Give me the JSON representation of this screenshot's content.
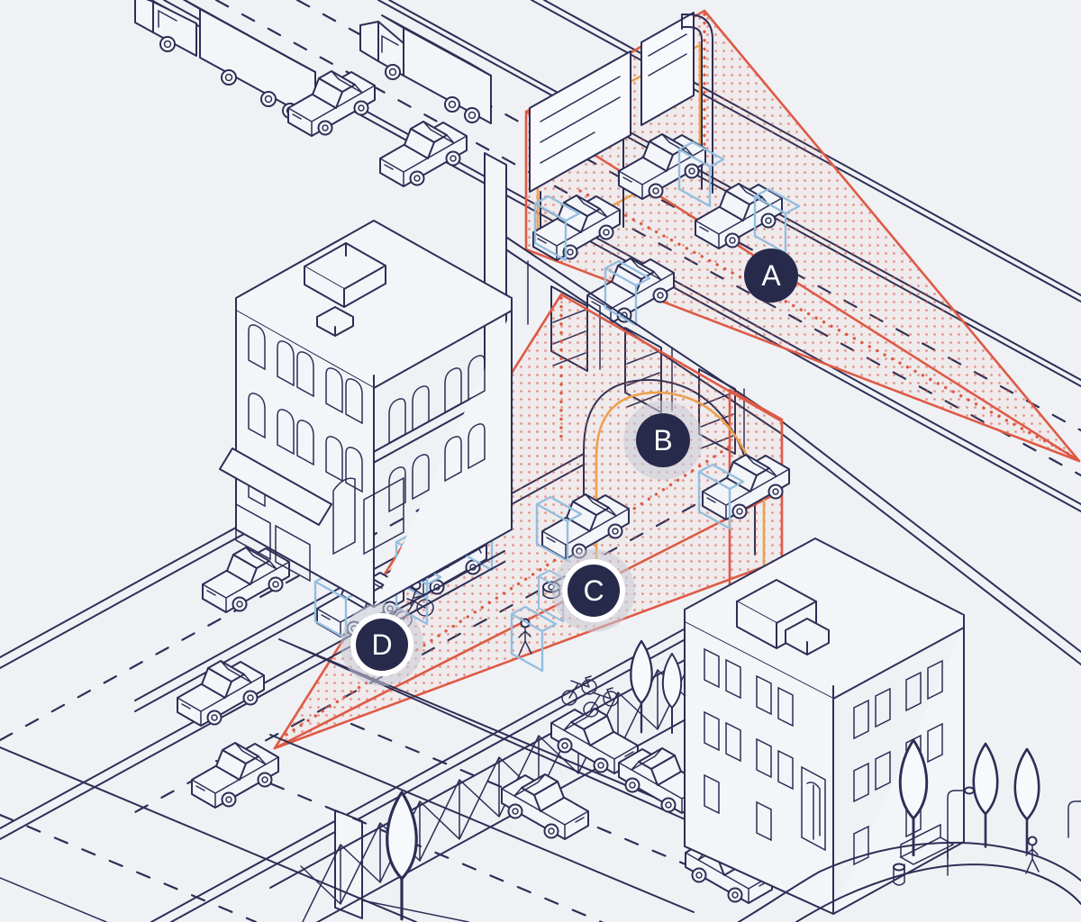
{
  "illustration": {
    "title": "City traffic monitoring illustration with camera detection zones",
    "markers": [
      {
        "id": "zone-a",
        "label": "A"
      },
      {
        "id": "zone-b",
        "label": "B"
      },
      {
        "id": "zone-c",
        "label": "C"
      },
      {
        "id": "zone-d",
        "label": "D"
      }
    ],
    "colors": {
      "background": "#f0f1f5",
      "line": "#2c2f55",
      "cone": "#de5a45",
      "portal": "#eca04e",
      "detection": "#93bede",
      "badge": "#272a4b",
      "badge_text": "#ffffff",
      "halo": "#c9cbd7"
    }
  }
}
